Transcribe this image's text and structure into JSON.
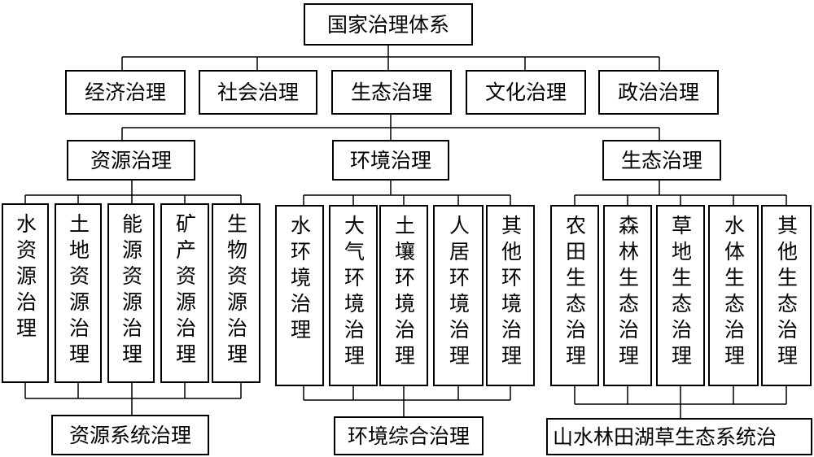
{
  "root": "国家治理体系",
  "level1": [
    "经济治理",
    "社会治理",
    "生态治理",
    "文化治理",
    "政治治理"
  ],
  "groups": [
    {
      "title": "资源治理",
      "items": [
        "水资源治理",
        "土地资源治理",
        "能源资源治理",
        "矿产资源治理",
        "生物资源治理"
      ],
      "summary": "资源系统治理"
    },
    {
      "title": "环境治理",
      "items": [
        "水环境治理",
        "大气环境治理",
        "土壤环境治理",
        "人居环境治理",
        "其他环境治理"
      ],
      "summary": "环境综合治理"
    },
    {
      "title": "生态治理",
      "items": [
        "农田生态治理",
        "森林生态治理",
        "草地生态治理",
        "水体生态治理",
        "其他生态治理"
      ],
      "summary": "山水林田湖草生态系统治"
    }
  ]
}
